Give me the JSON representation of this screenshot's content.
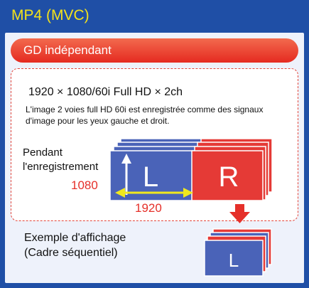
{
  "header": {
    "title": "MP4 (MVC)"
  },
  "banner": {
    "label": "GD indépendant"
  },
  "spec": {
    "resolution": "1920 × 1080/60i Full HD × 2ch",
    "description": "L'image 2 voies full HD 60i est enregistrée comme des signaux d'image pour les yeux gauche et droit."
  },
  "recording": {
    "label_line1": "Pendant",
    "label_line2": "l'enregistrement",
    "height_value": "1080",
    "width_value": "1920",
    "left_frame": "L",
    "right_frame": "R"
  },
  "display": {
    "label_line1": "Exemple d'affichage",
    "label_line2": "(Cadre séquentiel)",
    "frame_label": "L"
  },
  "colors": {
    "header_bg": "#1f4fa6",
    "title_text": "#f3e21b",
    "banner_red": "#e52a20",
    "left_frame_blue": "#4a63b8",
    "right_frame_red": "#e53a36",
    "dimension_arrow": "#f0e81e"
  }
}
